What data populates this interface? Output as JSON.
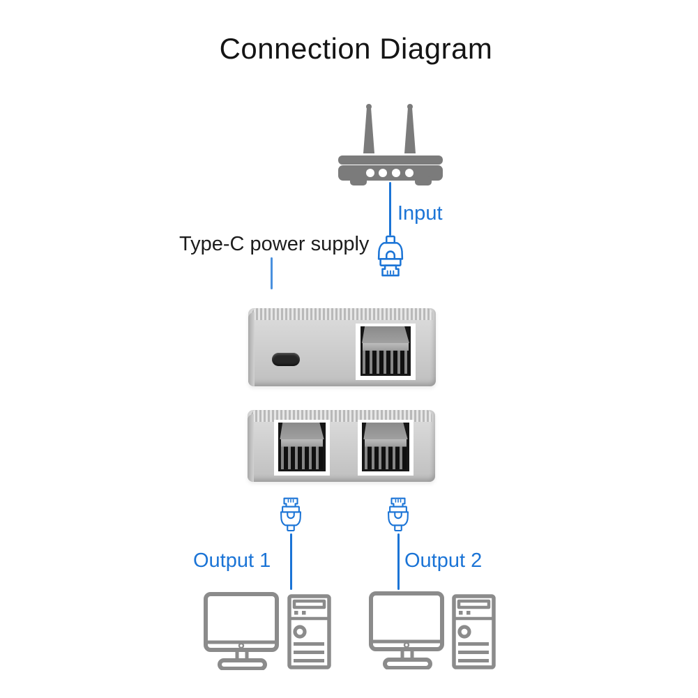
{
  "title": "Connection Diagram",
  "labels": {
    "input": "Input",
    "type_c": "Type-C power supply",
    "output1": "Output 1",
    "output2": "Output 2"
  },
  "icons": {
    "router": "wifi-router-icon",
    "input_connector": "rj45-plug-down-icon",
    "output_connector_1": "rj45-plug-up-icon",
    "output_connector_2": "rj45-plug-up-icon",
    "type_c_port": "usb-c-port-icon",
    "ethernet_port": "rj45-port-icon",
    "monitor": "desktop-monitor-icon",
    "tower": "pc-tower-icon"
  },
  "colors": {
    "accent": "#1b74d6",
    "title_color": "#141414",
    "label_color": "#1c1c1c",
    "icon_gray": "#7b7b7b",
    "outline_gray": "#8b8b8b",
    "device_gray": "#c9c9c9",
    "device_light": "#dedede",
    "port_dark": "#161616"
  }
}
